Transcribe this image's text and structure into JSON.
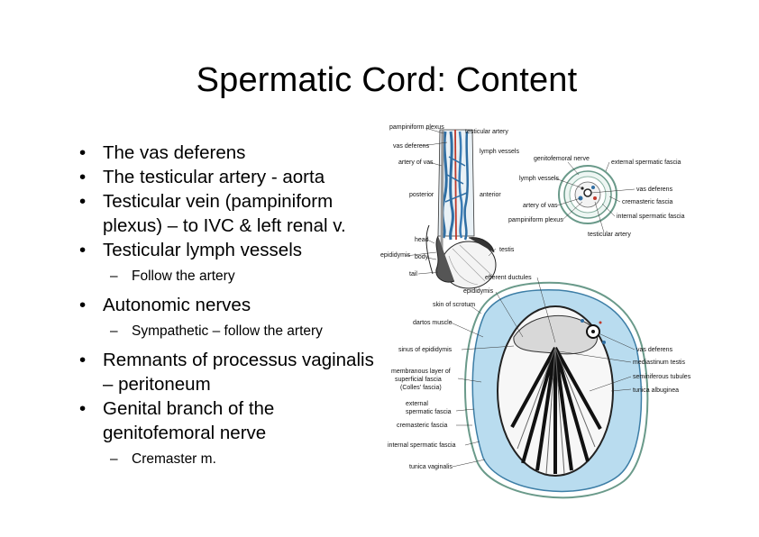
{
  "slide": {
    "title": "Spermatic Cord: Content",
    "bullets": [
      {
        "level": 1,
        "text": "The vas deferens"
      },
      {
        "level": 1,
        "text": "The testicular artery - aorta"
      },
      {
        "level": 1,
        "text": "Testicular vein (pampiniform plexus) – to IVC & left renal v."
      },
      {
        "level": 1,
        "text": "Testicular lymph vessels"
      },
      {
        "level": 2,
        "text": "Follow the artery"
      },
      {
        "level": 1,
        "text": "Autonomic nerves"
      },
      {
        "level": 2,
        "text": "Sympathetic – follow the artery"
      },
      {
        "level": 1,
        "text": "Remnants of processus vaginalis – peritoneum"
      },
      {
        "level": 1,
        "text": "Genital branch of the genitofemoral nerve"
      },
      {
        "level": 2,
        "text": "Cremaster m."
      }
    ],
    "bullet_symbol": "•",
    "sub_symbol": "–"
  },
  "figure": {
    "cord_labels": {
      "pampiniform_plexus": "pampiniform plexus",
      "testicular_artery": "testicular artery",
      "vas_deferens": "vas deferens",
      "lymph_vessels": "lymph vessels",
      "artery_of_vas": "artery of vas",
      "posterior": "posterior",
      "anterior": "anterior",
      "head": "head",
      "epididymis": "epididymis",
      "body": "body",
      "tail": "tail",
      "testis": "testis"
    },
    "cross_labels": {
      "genitofemoral_nerve": "genitofemoral nerve",
      "external_spermatic_fascia": "external spermatic fascia",
      "lymph_vessels": "lymph vessels",
      "vas_deferens": "vas deferens",
      "cremasteric_fascia": "cremasteric fascia",
      "artery_of_vas": "artery of vas",
      "internal_spermatic_fascia": "internal spermatic fascia",
      "pampiniform_plexus": "pampiniform plexus",
      "testicular_artery": "testicular artery"
    },
    "testis_labels": {
      "efferent_ductules": "efferent ductules",
      "epididymis": "epididymis",
      "skin_of_scrotum": "skin of scrotum",
      "dartos_muscle": "dartos muscle",
      "sinus_of_epididymis": "sinus of epididymis",
      "membranous_1": "membranous layer of",
      "membranous_2": "superficial fascia",
      "membranous_3": "(Colles' fascia)",
      "external_1": "external",
      "external_2": "spermatic fascia",
      "cremasteric_fascia": "cremasteric fascia",
      "internal_spermatic_fascia": "internal spermatic fascia",
      "tunica_vaginalis": "tunica vaginalis",
      "vas_deferens": "vas deferens",
      "mediastinum_testis": "mediastinum testis",
      "seminiferous_tubules": "seminiferous tubules",
      "tunica_albuginea": "tunica albuginea"
    }
  }
}
